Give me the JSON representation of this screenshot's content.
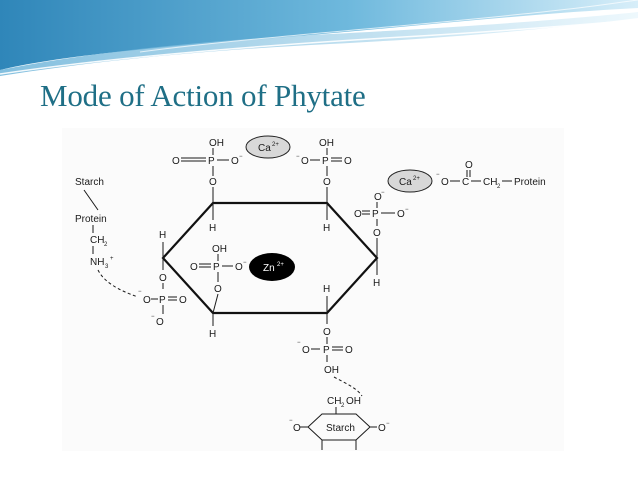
{
  "slide": {
    "title": "Mode of Action of Phytate",
    "colors": {
      "title": "#1f6f86",
      "banner_dark": "#2f86b9",
      "banner_light": "#bfe3f4"
    }
  },
  "diagram": {
    "ions": {
      "calcium": "Ca",
      "zinc": "Zn",
      "charge": "2+"
    },
    "phosphate": {
      "hydroxyl": "OH",
      "oxo": "O",
      "phosphorus": "P",
      "anion": "O",
      "minus": "−"
    },
    "ring_substituents": {
      "oxygen": "O",
      "hydrogen": "H"
    },
    "protein_chain": {
      "starch": "Starch",
      "protein": "Protein",
      "methylene": "CH",
      "subscript_two": "2",
      "amine": "NH",
      "subscript_three": "3",
      "plus": "+"
    },
    "carboxylate": {
      "oxo": "O",
      "anion": "O",
      "carbon": "C",
      "methylene": "CH",
      "subscript_two": "2",
      "protein": "Protein"
    },
    "starch_unit": {
      "hydroxymethyl": "CH",
      "subscript_two": "2",
      "oh": "OH",
      "label": "Starch",
      "anion": "O"
    }
  }
}
